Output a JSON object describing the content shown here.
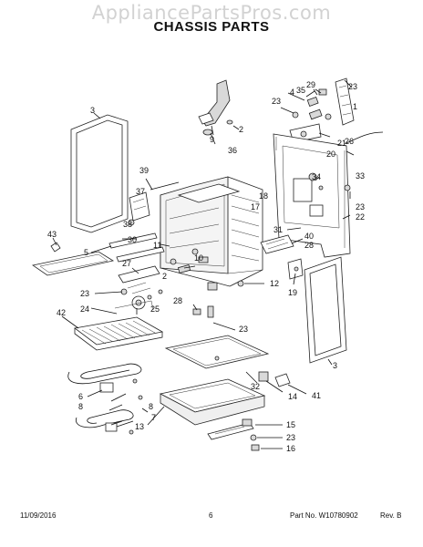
{
  "watermark": "AppliancePartsPros.com",
  "title": "CHASSIS PARTS",
  "callouts": {
    "c3a": "3",
    "c9": "9",
    "c2a": "2",
    "c36": "36",
    "c29": "29",
    "c23a": "23",
    "c4": "4",
    "c35": "35",
    "c23b": "23",
    "c1": "1",
    "c21": "21",
    "c26": "26",
    "c20": "20",
    "c33": "33",
    "c34": "34",
    "c39": "39",
    "c37": "37",
    "c38": "38",
    "c18": "18",
    "c17": "17",
    "c23c": "23",
    "c22": "22",
    "c31": "31",
    "c43": "43",
    "c30": "30",
    "c5": "5",
    "c11": "11",
    "c40": "40",
    "c28a": "28",
    "c10": "10",
    "c27": "27",
    "c2b": "2",
    "c23d": "23",
    "c12": "12",
    "c19": "19",
    "c24": "24",
    "c25": "25",
    "c42": "42",
    "c28b": "28",
    "c23e": "23",
    "c32": "32",
    "c3b": "3",
    "c14": "14",
    "c41": "41",
    "c6": "6",
    "c8a": "8",
    "c8b": "8",
    "c7": "7",
    "c13": "13",
    "c15": "15",
    "c23f": "23",
    "c16": "16"
  },
  "footer": {
    "date": "11/09/2016",
    "page": "6",
    "part_number": "Part No.  W10780902",
    "revision": "Rev. B"
  }
}
